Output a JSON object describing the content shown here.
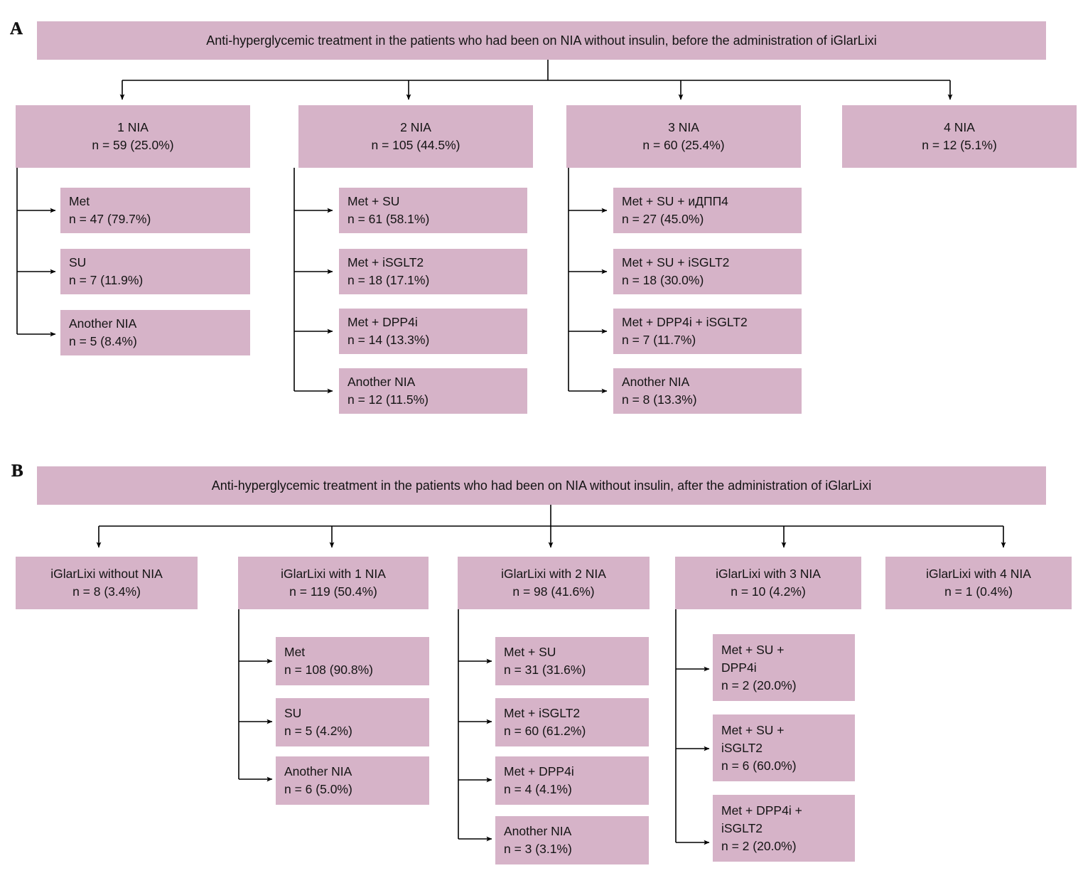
{
  "figure": {
    "type": "flowchart",
    "panels": [
      {
        "letter": "A",
        "title": "Anti-hyperglycemic treatment in the patients who had been on NIA without insulin, before the administration of iGlarLixi",
        "branches": [
          {
            "label": "1 NIA",
            "count": "n = 59 (25.0%)",
            "children": [
              {
                "label": "Met",
                "count": "n = 47 (79.7%)"
              },
              {
                "label": "SU",
                "count": "n = 7 (11.9%)"
              },
              {
                "label": "Another NIA",
                "count": "n = 5 (8.4%)"
              }
            ]
          },
          {
            "label": "2 NIA",
            "count": "n = 105 (44.5%)",
            "children": [
              {
                "label": "Met + SU",
                "count": "n = 61 (58.1%)"
              },
              {
                "label": "Met + iSGLT2",
                "count": "n = 18 (17.1%)"
              },
              {
                "label": "Met + DPP4i",
                "count": "n = 14 (13.3%)"
              },
              {
                "label": "Another NIA",
                "count": "n = 12 (11.5%)"
              }
            ]
          },
          {
            "label": "3 NIA",
            "count": "n = 60 (25.4%)",
            "children": [
              {
                "label": "Met + SU + иДПП4",
                "count": "n = 27 (45.0%)"
              },
              {
                "label": "Met + SU + iSGLT2",
                "count": "n = 18 (30.0%)"
              },
              {
                "label": "Met + DPP4i + iSGLT2",
                "count": "n = 7 (11.7%)"
              },
              {
                "label": "Another NIA",
                "count": "n = 8 (13.3%)"
              }
            ]
          },
          {
            "label": "4 NIA",
            "count": "n = 12 (5.1%)",
            "children": []
          }
        ]
      },
      {
        "letter": "B",
        "title": "Anti-hyperglycemic treatment in the patients who had been on NIA without insulin, after the administration of iGlarLixi",
        "branches": [
          {
            "label": "iGlarLixi without NIA",
            "count": "n = 8 (3.4%)",
            "children": []
          },
          {
            "label": "iGlarLixi with 1 NIA",
            "count": "n = 119 (50.4%)",
            "children": [
              {
                "label": "Met",
                "count": "n = 108 (90.8%)"
              },
              {
                "label": "SU",
                "count": "n = 5 (4.2%)"
              },
              {
                "label": "Another NIA",
                "count": "n = 6 (5.0%)"
              }
            ]
          },
          {
            "label": "iGlarLixi with 2 NIA",
            "count": "n = 98 (41.6%)",
            "children": [
              {
                "label": "Met + SU",
                "count": "n = 31 (31.6%)"
              },
              {
                "label": "Met + iSGLT2",
                "count": "n = 60 (61.2%)"
              },
              {
                "label": "Met + DPP4i",
                "count": "n = 4 (4.1%)"
              },
              {
                "label": "Another NIA",
                "count": "n = 3 (3.1%)"
              }
            ]
          },
          {
            "label": "iGlarLixi with 3 NIA",
            "count": "n = 10 (4.2%)",
            "children": [
              {
                "label": "Met + SU +",
                "label2": "DPP4i",
                "count": "n = 2 (20.0%)"
              },
              {
                "label": "Met + SU +",
                "label2": "iSGLT2",
                "count": "n = 6 (60.0%)"
              },
              {
                "label": "Met + DPP4i +",
                "label2": "iSGLT2",
                "count": "n = 2 (20.0%)"
              }
            ]
          },
          {
            "label": "iGlarLixi with 4 NIA",
            "count": "n = 1 (0.4%)",
            "children": []
          }
        ]
      }
    ],
    "colors": {
      "box_fill": "#d6b3c8",
      "text": "#141414",
      "connector": "#000000",
      "background": "#ffffff"
    }
  }
}
